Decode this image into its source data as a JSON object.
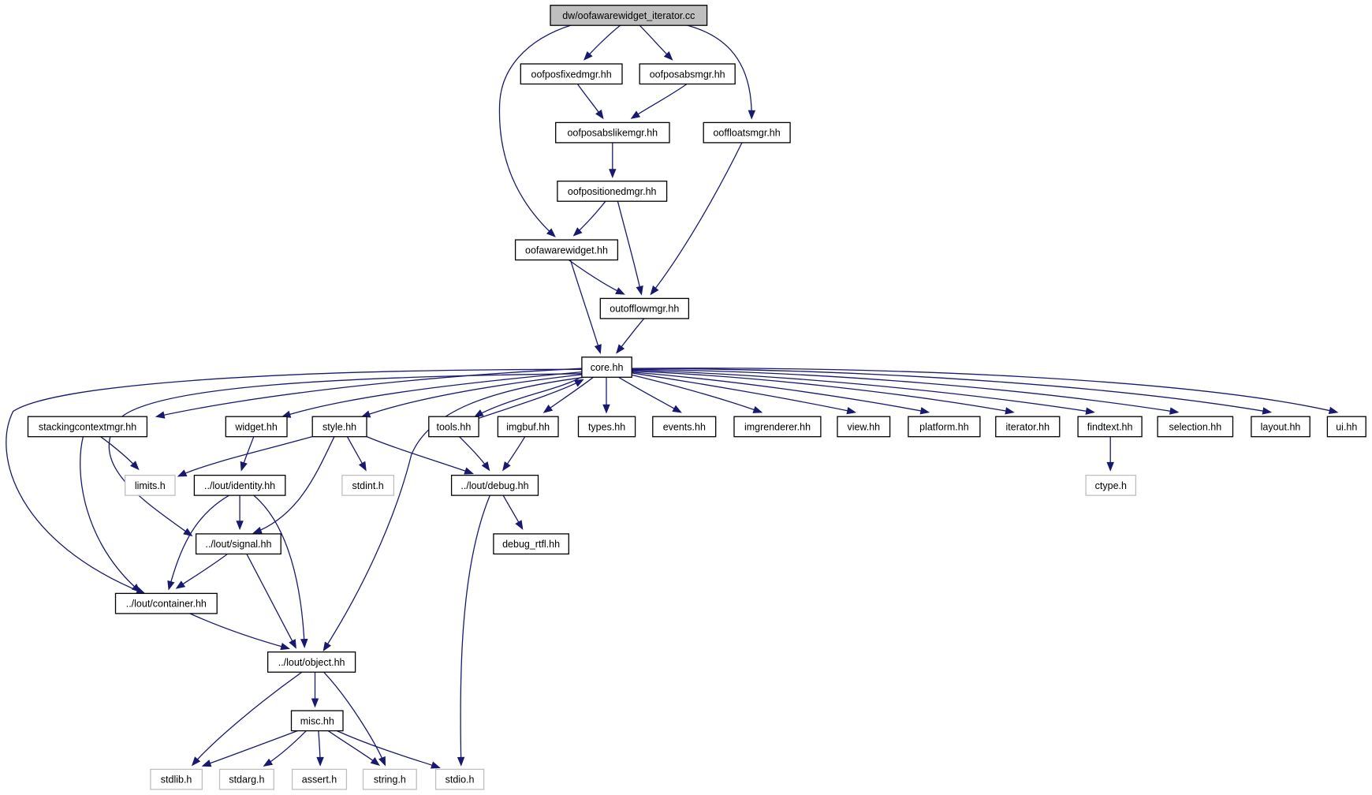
{
  "title": "dw/oofawarewidget_iterator.cc",
  "colors": {
    "edge": "#191970",
    "node_border": "#000000",
    "system_border": "#bfbfbf",
    "root_fill": "#bfbfbf"
  },
  "nodes": {
    "root": "dw/oofawarewidget_iterator.cc",
    "oofposfixedmgr": "oofposfixedmgr.hh",
    "oofposabsmgr": "oofposabsmgr.hh",
    "oofposabslikemgr": "oofposabslikemgr.hh",
    "ooffloatsmgr": "ooffloatsmgr.hh",
    "oofpositionedmgr": "oofpositionedmgr.hh",
    "oofawarewidget": "oofawarewidget.hh",
    "outofflowmgr": "outofflowmgr.hh",
    "core": "core.hh",
    "stackingcontextmgr": "stackingcontextmgr.hh",
    "widget": "widget.hh",
    "style": "style.hh",
    "tools": "tools.hh",
    "imgbuf": "imgbuf.hh",
    "types": "types.hh",
    "events": "events.hh",
    "imgrenderer": "imgrenderer.hh",
    "view": "view.hh",
    "platform": "platform.hh",
    "iterator": "iterator.hh",
    "findtext": "findtext.hh",
    "selection": "selection.hh",
    "layout": "layout.hh",
    "ui": "ui.hh",
    "limits": "limits.h",
    "identity": "../lout/identity.hh",
    "stdint": "stdint.h",
    "debug": "../lout/debug.hh",
    "ctype": "ctype.h",
    "signal": "../lout/signal.hh",
    "debug_rtfl": "debug_rtfl.hh",
    "container": "../lout/container.hh",
    "object": "../lout/object.hh",
    "misc": "misc.hh",
    "stdlib": "stdlib.h",
    "stdarg": "stdarg.h",
    "assert": "assert.h",
    "string": "string.h",
    "stdio": "stdio.h"
  }
}
